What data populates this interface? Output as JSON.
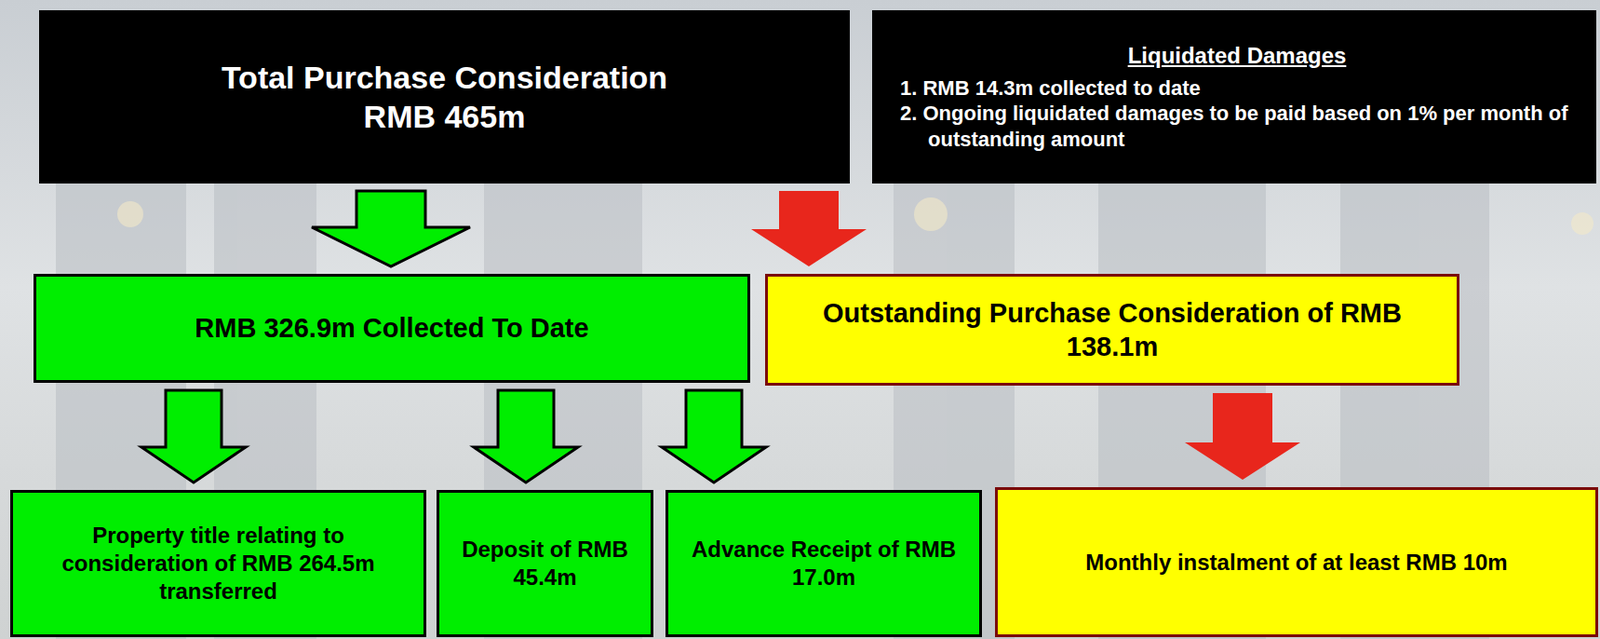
{
  "diagram": {
    "nodes": [
      {
        "text": [
          "Total Purchase Consideration",
          "RMB 465m"
        ]
      },
      {
        "text": [
          "Liquidated Damages",
          "1. RMB 14.3m collected to date",
          "2. Ongoing liquidated damages to be paid based on 1% per month of outstanding amount"
        ]
      },
      {
        "text": [
          "RMB 326.9m Collected To Date"
        ]
      },
      {
        "text": [
          "Outstanding Purchase Consideration of RMB 138.1m"
        ]
      },
      {
        "text": [
          "Property title relating to consideration of RMB 264.5m transferred"
        ]
      },
      {
        "text": [
          "Deposit of RMB 45.4m"
        ]
      },
      {
        "text": [
          "Advance Receipt of RMB 17.0m"
        ]
      },
      {
        "text": [
          "Monthly instalment of at least RMB 10m"
        ]
      }
    ],
    "edges": [
      {
        "from": 0,
        "to": 2,
        "arrow": "to"
      },
      {
        "from": 0,
        "to": 3,
        "arrow": "to"
      },
      {
        "from": 2,
        "to": 4,
        "arrow": "to"
      },
      {
        "from": 2,
        "to": 5,
        "arrow": "to"
      },
      {
        "from": 2,
        "to": 6,
        "arrow": "to"
      },
      {
        "from": 3,
        "to": 7,
        "arrow": "to"
      }
    ]
  }
}
